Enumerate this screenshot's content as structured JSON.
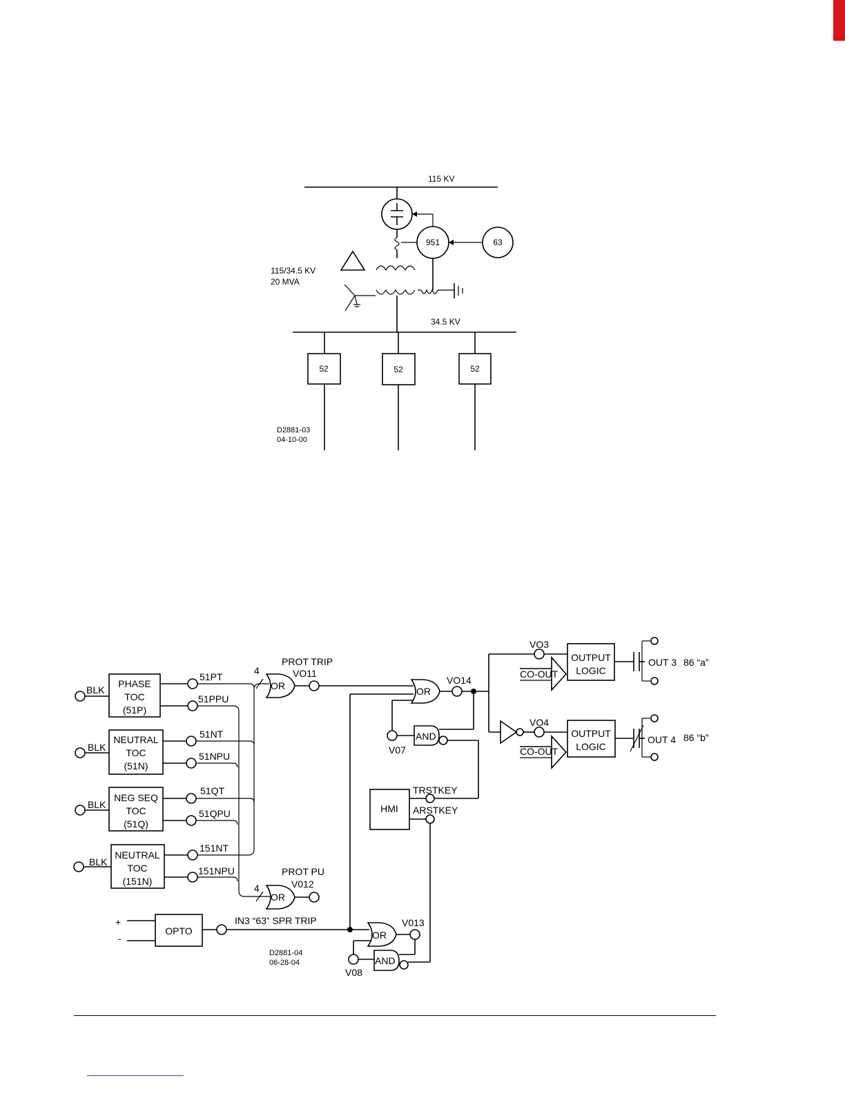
{
  "single_line": {
    "bus_hv_label": "115 KV",
    "bus_lv_label": "34.5 KV",
    "relay_label": "951",
    "pressure_device_label": "63",
    "transformer_rating_line1": "115/34.5 KV",
    "transformer_rating_line2": "20 MVA",
    "breaker_labels": [
      "52",
      "52",
      "52"
    ],
    "drawing_id": "D2881-03",
    "drawing_date": "04-10-00"
  },
  "logic": {
    "blk_label": "BLK",
    "elements": [
      {
        "lines": [
          "PHASE",
          "TOC",
          "(51P)"
        ],
        "trip_label": "51PT",
        "pu_label": "51PPU"
      },
      {
        "lines": [
          "NEUTRAL",
          "TOC",
          "(51N)"
        ],
        "trip_label": "51NT",
        "pu_label": "51NPU"
      },
      {
        "lines": [
          "NEG SEQ",
          "TOC",
          "(51Q)"
        ],
        "trip_label": "51QT",
        "pu_label": "51QPU"
      },
      {
        "lines": [
          "NEUTRAL",
          "TOC",
          "(151N)"
        ],
        "trip_label": "151NT",
        "pu_label": "151NPU"
      }
    ],
    "bus_width_label": "4",
    "or_label": "OR",
    "and_label": "AND",
    "prot_trip_label": "PROT TRIP",
    "vo11_label": "VO11",
    "prot_pu_label": "PROT PU",
    "vo12_label": "V012",
    "vo14_label": "VO14",
    "vo7_label": "V07",
    "vo8_label": "V08",
    "vo13_label": "V013",
    "vo3_label": "VO3",
    "vo4_label": "VO4",
    "co_out_label": "CO-OUT",
    "output_logic_line1": "OUTPUT",
    "output_logic_line2": "LOGIC",
    "out3_label": "OUT 3",
    "out3_desc": "86 “a”",
    "out4_label": "OUT 4",
    "out4_desc": "86 “b”",
    "hmi_label": "HMI",
    "trstkey_label": "TRSTKEY",
    "arstkey_label": "ARSTKEY",
    "opto_label": "OPTO",
    "opto_plus": "+",
    "opto_minus": "-",
    "in3_label": "IN3 “63” SPR TRIP",
    "drawing_id": "D2881-04",
    "drawing_date": "06-28-04"
  }
}
